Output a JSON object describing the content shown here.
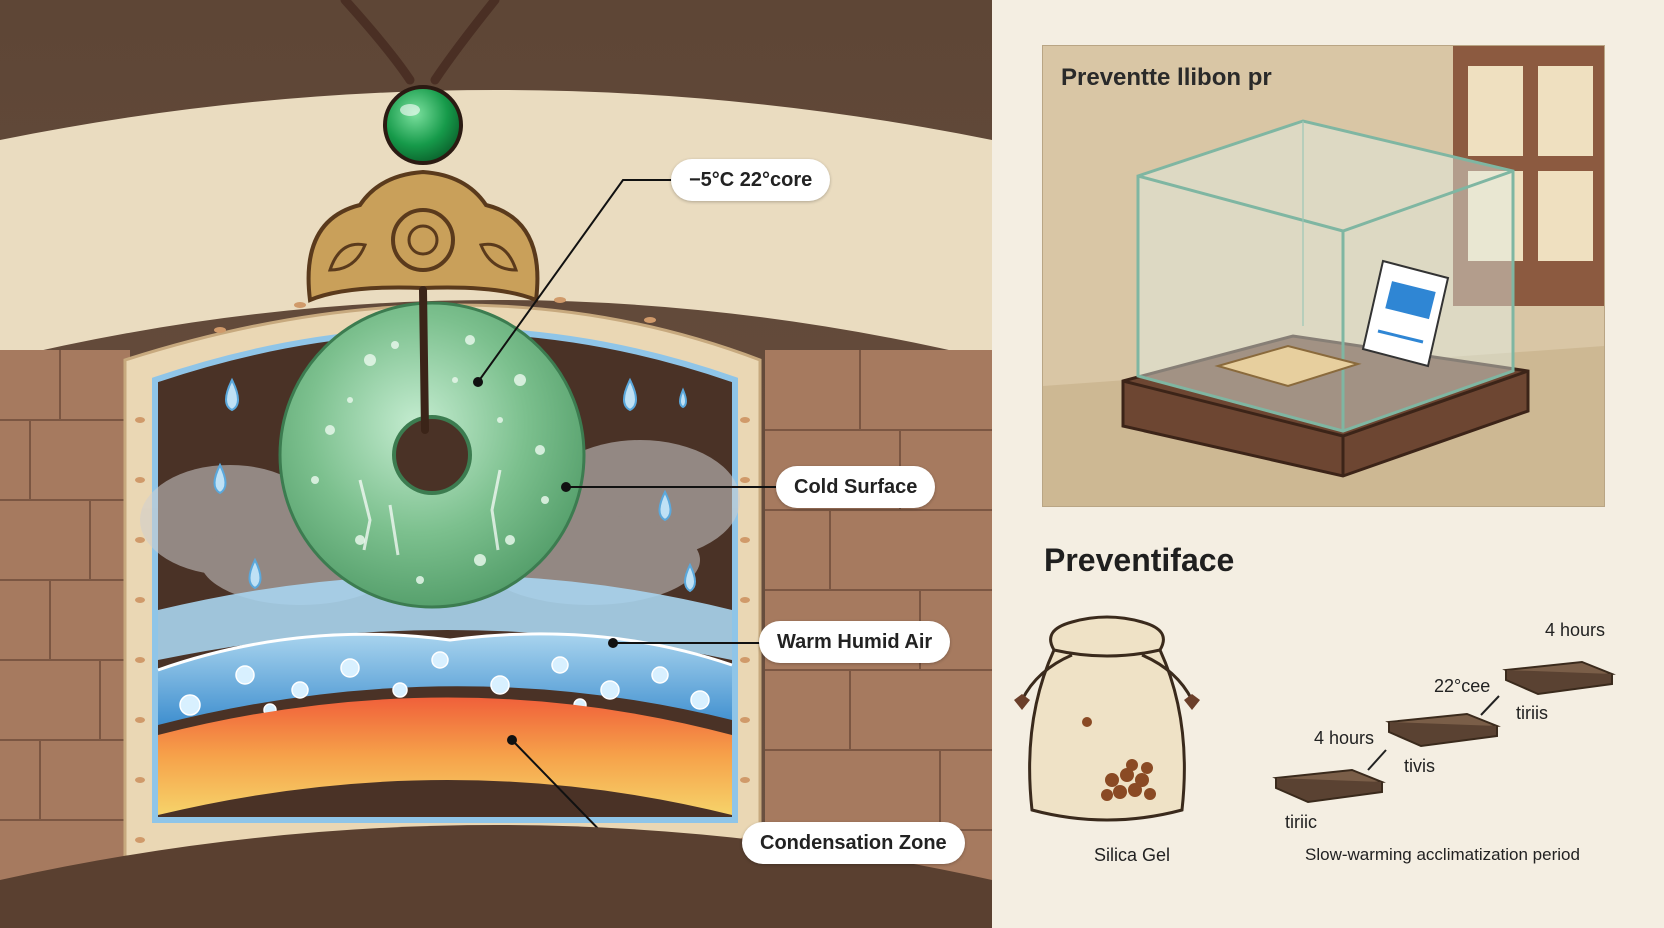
{
  "callouts": {
    "core_temp": "−5°C 22°core",
    "cold_surface": "Cold Surface",
    "warm_humid_air": "Warm Humid Air",
    "condensation_zone": "Condensation Zone"
  },
  "display_case": {
    "title": "Preventte llibon pr"
  },
  "prevention": {
    "title": "Preventiface",
    "silica_label": "Silica Gel",
    "timeline_caption": "Slow-warming acclimatization period",
    "steps": [
      {
        "top_label": "4 hours",
        "side_label": "tiriis"
      },
      {
        "top_label": "4 hours",
        "side_label": "tivis"
      },
      {
        "top_label": "22°cee",
        "side_label": "tiriic"
      }
    ]
  },
  "colors": {
    "jade": "#7cc08e",
    "bead": "#169a4a",
    "brass": "#c9a05a",
    "wall": "#a67a5f",
    "water": "#5aa8dc",
    "heat": "#f07a3c",
    "accent_blue": "#2f86d4"
  }
}
